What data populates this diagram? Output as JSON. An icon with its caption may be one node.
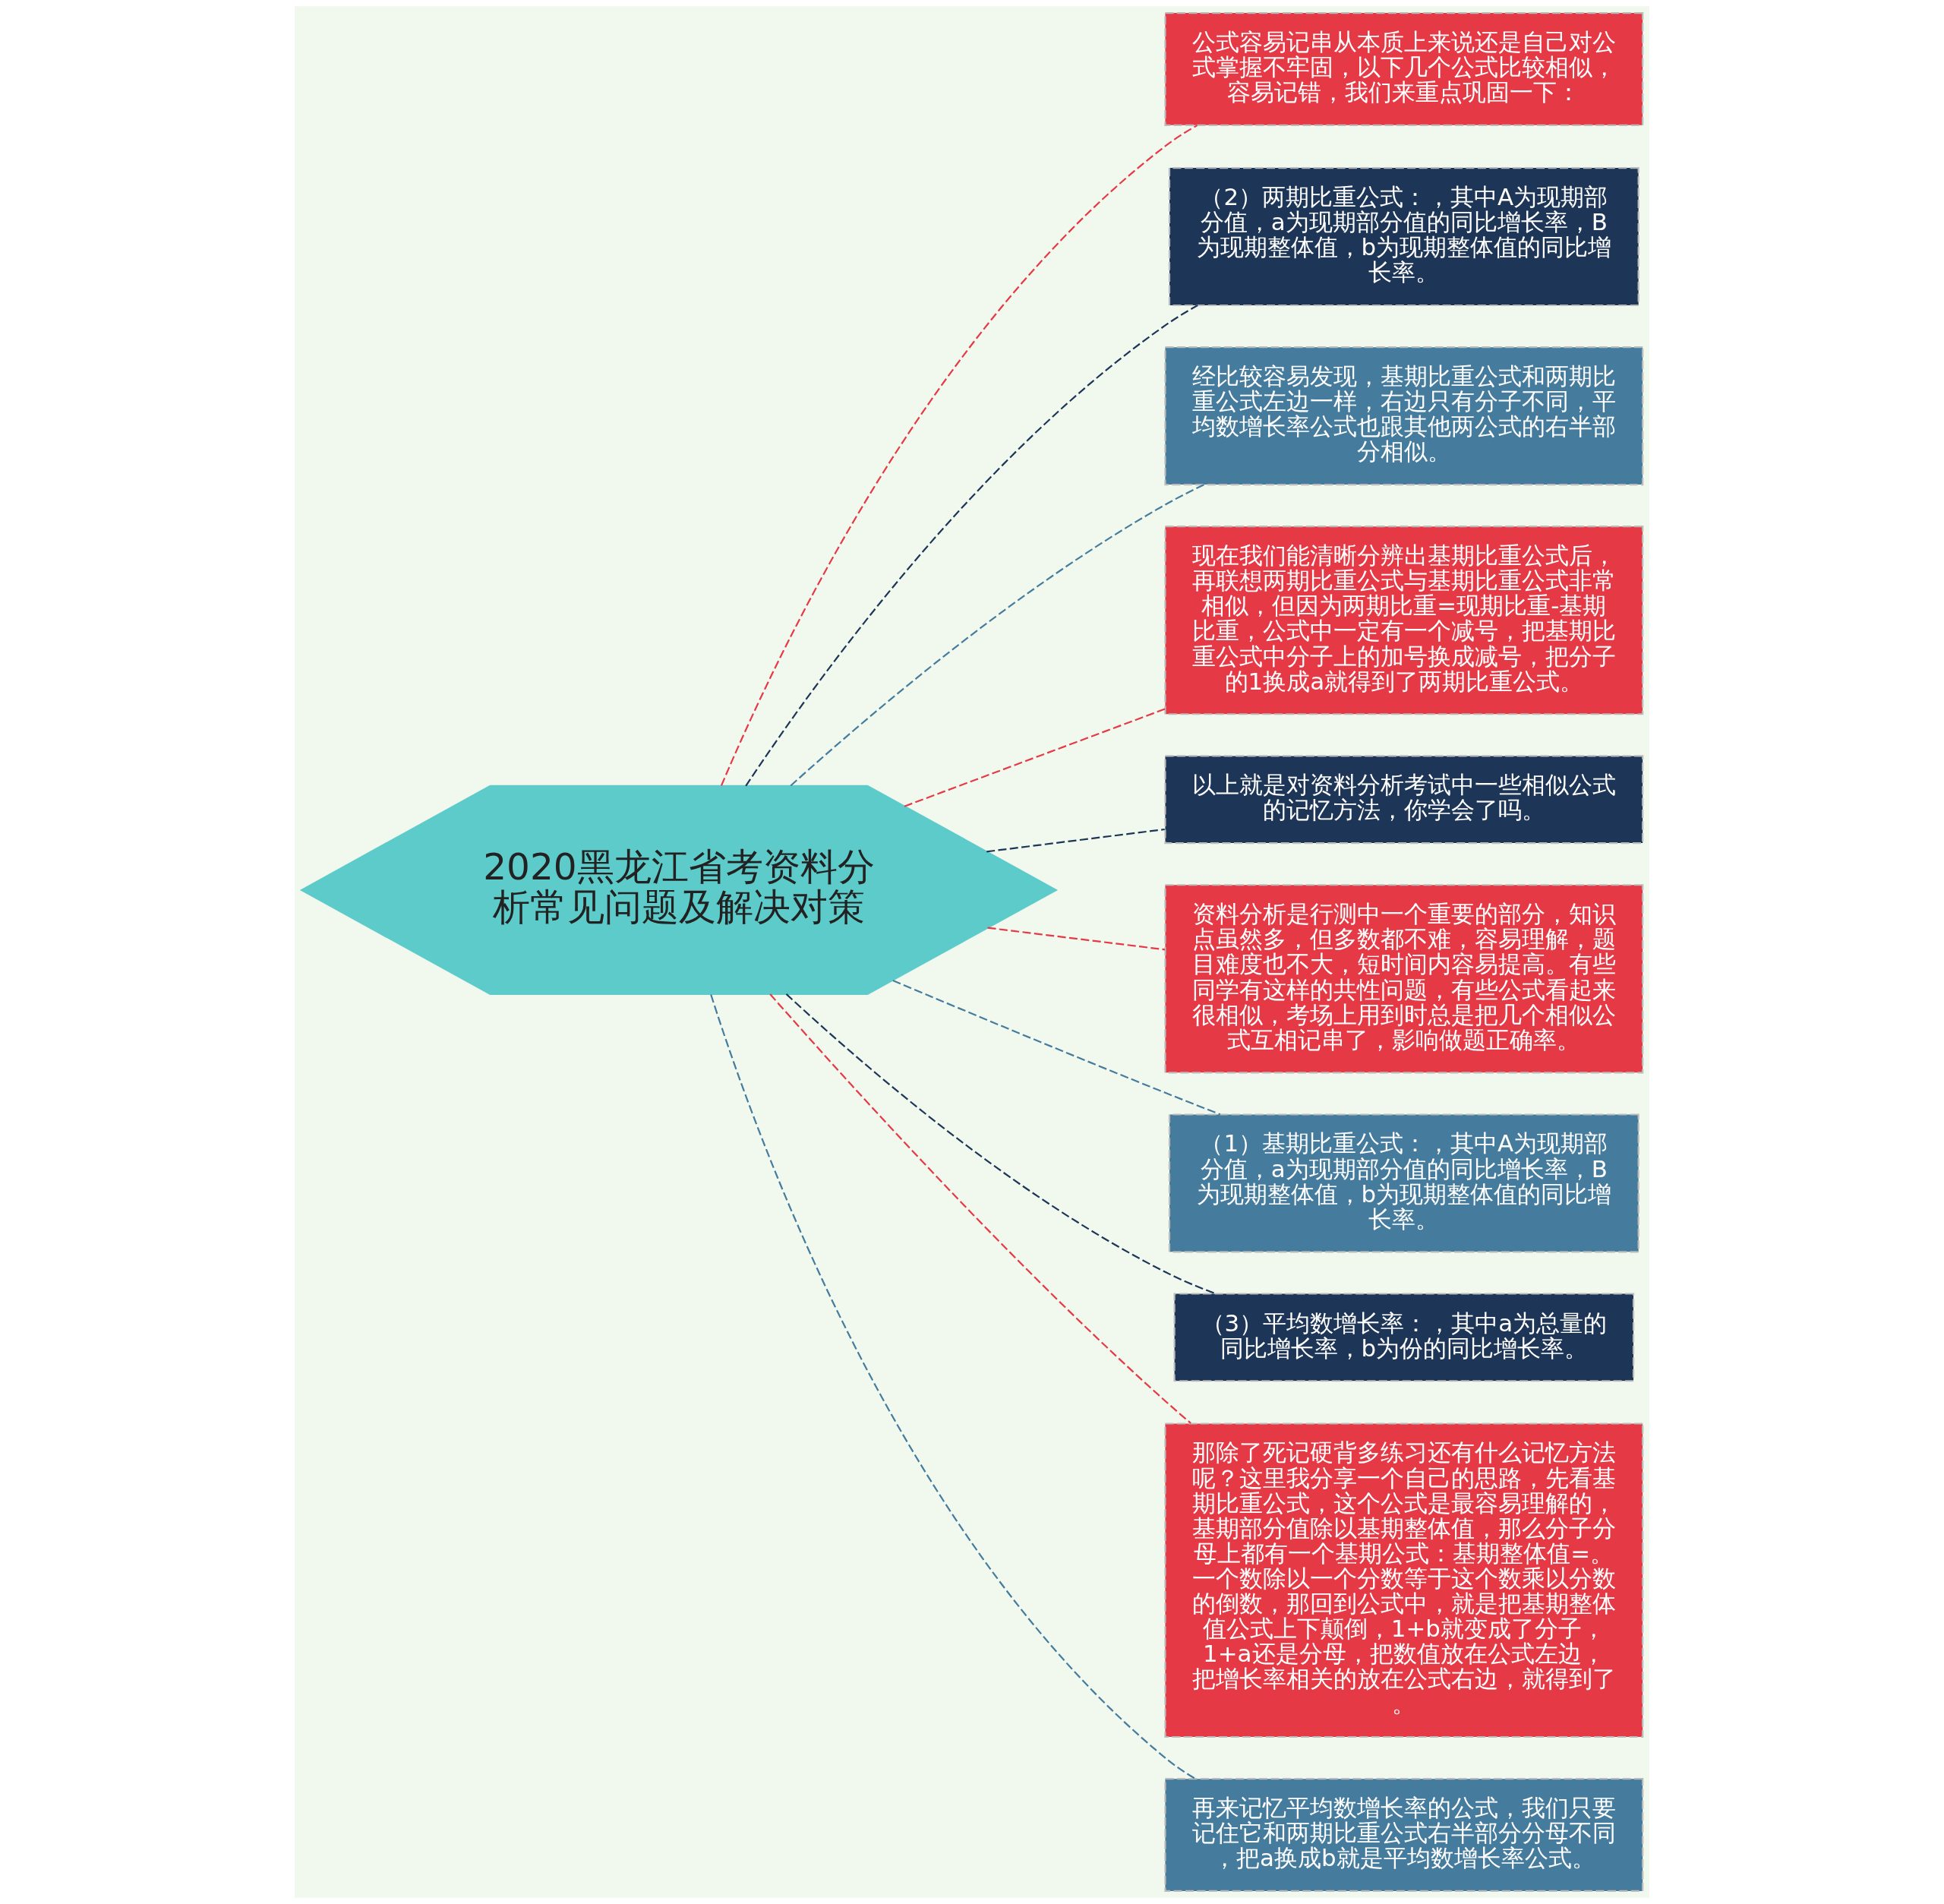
{
  "diagram": {
    "nodes": [
      {
        "text": [
          "2020黑龙江省考资料分析常见问题及解决对策"
        ]
      },
      {
        "text": [
          "公式容易记串从本质上来说还是自己对公式掌握不牢固，以下几个公式比较相似，容易记错，我们来重点巩固一下："
        ]
      },
      {
        "text": [
          "（2）两期比重公式：，其中A为现期部分值，a为现期部分值的同比增长率，B为现期整体值，b为现期整体值的同比增长率。"
        ]
      },
      {
        "text": [
          "经比较容易发现，基期比重公式和两期比重公式左边一样，右边只有分子不同，平均数增长率公式也跟其他两公式的右半部分相似。"
        ]
      },
      {
        "text": [
          "现在我们能清晰分辨出基期比重公式后，再联想两期比重公式与基期比重公式非常相似，但因为两期比重=现期比重-基期比重，公式中一定有一个减号，把基期比重公式中分子上的加号换成减号，把分子的1换成a就得到了两期比重公式。"
        ]
      },
      {
        "text": [
          "以上就是对资料分析考试中一些相似公式的记忆方法，你学会了吗。"
        ]
      },
      {
        "text": [
          "资料分析是行测中一个重要的部分，知识点虽然多，但多数都不难，容易理解，题目难度也不大，短时间内容易提高。有些同学有这样的共性问题，有些公式看起来很相似，考场上用到时总是把几个相似公式互相记串了，影响做题正确率。"
        ]
      },
      {
        "text": [
          "（1）基期比重公式：，其中A为现期部分值，a为现期部分值的同比增长率，B为现期整体值，b为现期整体值的同比增长率。"
        ]
      },
      {
        "text": [
          "（3）平均数增长率：，其中a为总量的同比增长率，b为份的同比增长率。"
        ]
      },
      {
        "text": [
          "那除了死记硬背多练习还有什么记忆方法呢？这里我分享一个自己的思路，先看基期比重公式，这个公式是最容易理解的，基期部分值除以基期整体值，那么分子分母上都有一个基期公式：基期整体值=。一个数除以一个分数等于这个数乘以分数的倒数，那回到公式中，就是把基期整体值公式上下颠倒，1+b就变成了分子，1+a还是分母，把数值放在公式左边，把增长率相关的放在公式右边，就得到了。"
        ]
      },
      {
        "text": [
          "再来记忆平均数增长率的公式，我们只要记住它和两期比重公式右半部分分母不同，把a换成b就是平均数增长率公式。"
        ]
      }
    ],
    "edges": [
      {
        "from": 0,
        "to": 1,
        "arrow": "none",
        "style": "dashed",
        "color": "#e63946"
      },
      {
        "from": 0,
        "to": 2,
        "arrow": "none",
        "style": "dashed",
        "color": "#1d3557"
      },
      {
        "from": 0,
        "to": 3,
        "arrow": "none",
        "style": "dashed",
        "color": "#457b9d"
      },
      {
        "from": 0,
        "to": 4,
        "arrow": "none",
        "style": "dashed",
        "color": "#e63946"
      },
      {
        "from": 0,
        "to": 5,
        "arrow": "none",
        "style": "dashed",
        "color": "#1d3557"
      },
      {
        "from": 0,
        "to": 6,
        "arrow": "none",
        "style": "dashed",
        "color": "#e63946"
      },
      {
        "from": 0,
        "to": 7,
        "arrow": "none",
        "style": "dashed",
        "color": "#457b9d"
      },
      {
        "from": 0,
        "to": 8,
        "arrow": "none",
        "style": "dashed",
        "color": "#1d3557"
      },
      {
        "from": 0,
        "to": 9,
        "arrow": "none",
        "style": "dashed",
        "color": "#e63946"
      },
      {
        "from": 0,
        "to": 10,
        "arrow": "none",
        "style": "dashed",
        "color": "#457b9d"
      }
    ]
  }
}
